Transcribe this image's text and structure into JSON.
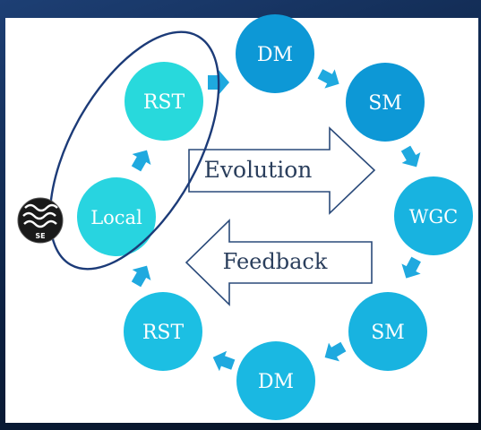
{
  "diagram": {
    "nodes": [
      {
        "id": "dm_top",
        "label": "DM",
        "color": "#0d98d6"
      },
      {
        "id": "sm_right_top",
        "label": "SM",
        "color": "#0d98d6"
      },
      {
        "id": "wgc",
        "label": "WGC",
        "color": "#18b3e0"
      },
      {
        "id": "sm_right_bottom",
        "label": "SM",
        "color": "#18b3e0"
      },
      {
        "id": "dm_bottom",
        "label": "DM",
        "color": "#1ab8e2"
      },
      {
        "id": "rst_bottom",
        "label": "RST",
        "color": "#1cbfe3"
      },
      {
        "id": "local",
        "label": "Local",
        "color": "#28d4e0"
      },
      {
        "id": "rst_top",
        "label": "RST",
        "color": "#28d9dc"
      }
    ],
    "arrows": {
      "evolution": {
        "label": "Evolution"
      },
      "feedback": {
        "label": "Feedback"
      }
    },
    "logo": {
      "text": "SE"
    },
    "colors": {
      "outline": "#1c3b78",
      "arrow_outline": "#2a4a7a",
      "connector": "#1fa9df"
    }
  }
}
